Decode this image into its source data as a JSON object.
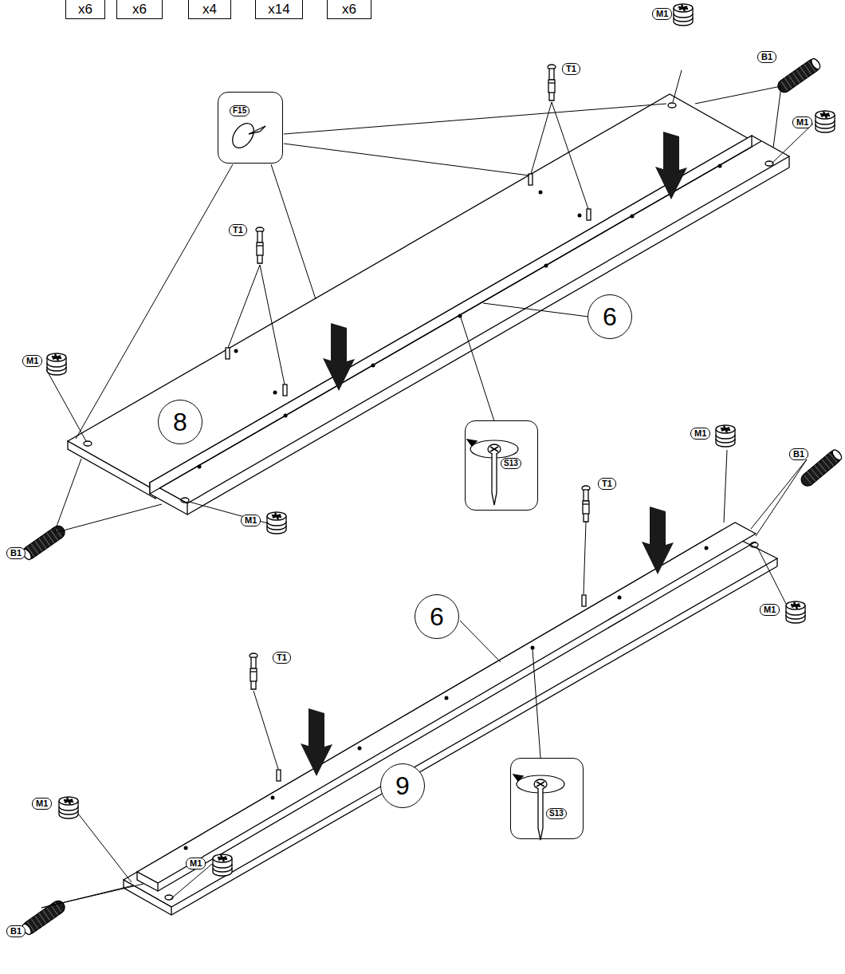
{
  "diagram": {
    "nodes": [
      {
        "text": [
          "x6"
        ]
      },
      {
        "text": [
          "x6"
        ]
      },
      {
        "text": [
          "x4"
        ]
      },
      {
        "text": [
          "x14"
        ]
      },
      {
        "text": [
          "x6"
        ]
      },
      {
        "text": [
          "M1"
        ]
      },
      {
        "text": [
          "B1"
        ]
      },
      {
        "text": [
          "T1"
        ]
      },
      {
        "text": [
          "F15"
        ]
      },
      {
        "text": [
          "M1"
        ]
      },
      {
        "text": [
          "T1"
        ]
      },
      {
        "text": [
          "6"
        ]
      },
      {
        "text": [
          "M1"
        ]
      },
      {
        "text": [
          "8"
        ]
      },
      {
        "text": [
          "S13"
        ]
      },
      {
        "text": [
          "M1"
        ]
      },
      {
        "text": [
          "B1"
        ]
      },
      {
        "text": [
          "T1"
        ]
      },
      {
        "text": [
          "M1"
        ]
      },
      {
        "text": [
          "B1"
        ]
      },
      {
        "text": [
          "M1"
        ]
      },
      {
        "text": [
          "6"
        ]
      },
      {
        "text": [
          "T1"
        ]
      },
      {
        "text": [
          "9"
        ]
      },
      {
        "text": [
          "S13"
        ]
      },
      {
        "text": [
          "M1"
        ]
      },
      {
        "text": [
          "M1"
        ]
      },
      {
        "text": [
          "B1"
        ]
      }
    ]
  }
}
